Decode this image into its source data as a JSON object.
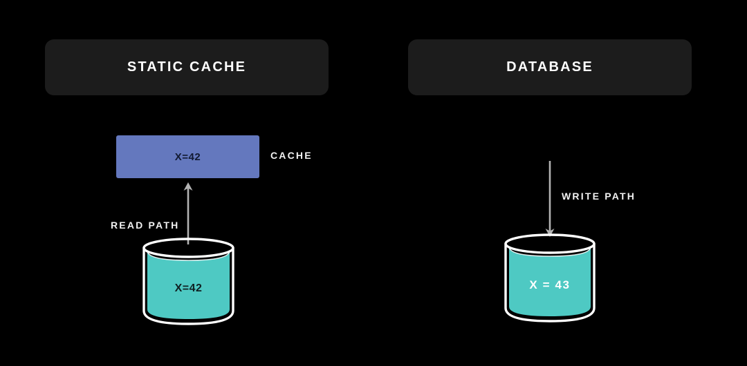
{
  "background_color": "#000000",
  "columns": [
    {
      "id": "static-cache",
      "header": "STATIC CACHE",
      "cache_box": {
        "value": "X=42",
        "fill": "#6478be",
        "text_color": "#121a33"
      },
      "cache_side_label": "CACHE",
      "path_label": "READ PATH",
      "path_direction": "up",
      "cylinder": {
        "value": "X=42",
        "fill": "#4ec9c3",
        "text_color": "#102022"
      }
    },
    {
      "id": "database",
      "header": "DATABASE",
      "path_label": "WRITE PATH",
      "path_direction": "down",
      "cylinder": {
        "value": "X = 43",
        "fill": "#4ec9c3",
        "text_color": "#ffffff"
      }
    }
  ],
  "colors": {
    "header_pill": "#1c1c1c",
    "cache_blue": "#6478be",
    "cylinder_teal": "#4ec9c3",
    "stroke_white": "#ffffff",
    "arrow_gray": "#b3b3b3",
    "text_white": "#f2f2f2"
  }
}
